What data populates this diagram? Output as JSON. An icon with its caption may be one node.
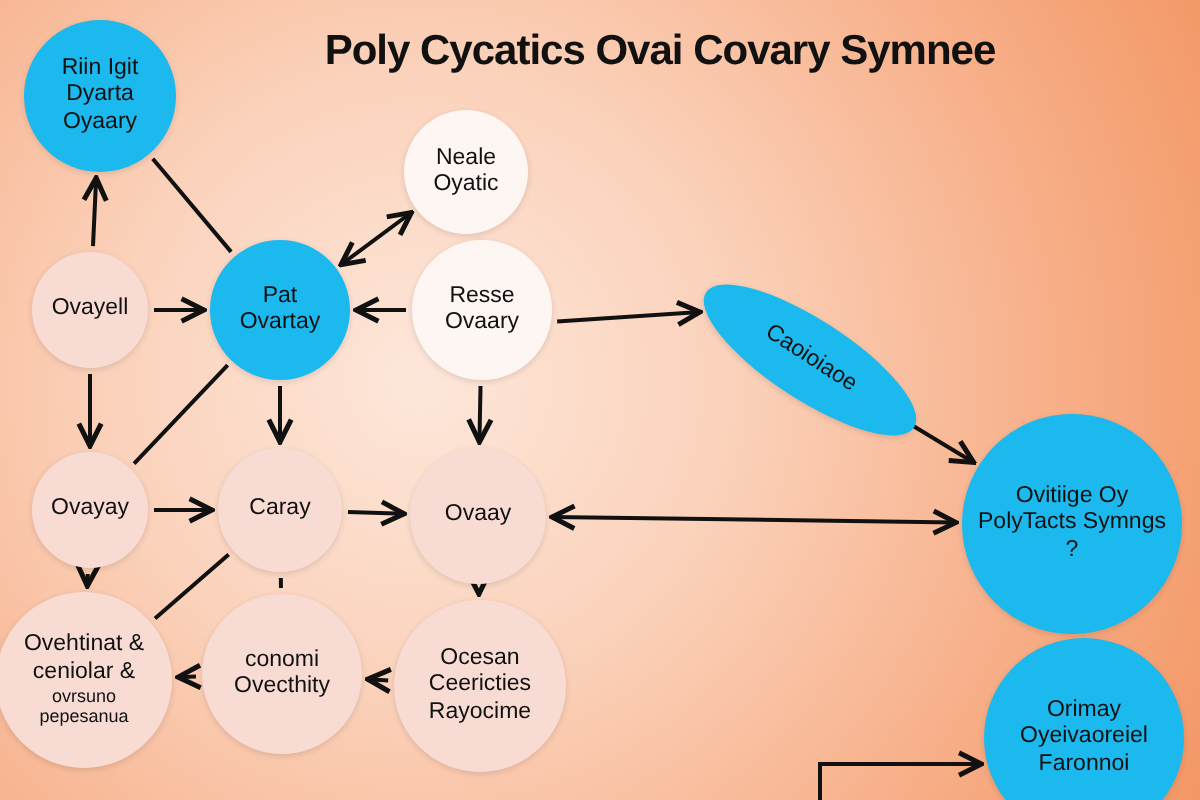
{
  "diagram": {
    "title": "Poly Cycatics Ovai Covary Symnee",
    "nodes": [
      {
        "text": [
          "Riin Igit Dyarta Oyaary"
        ]
      },
      {
        "text": [
          "Neale Oyatic"
        ]
      },
      {
        "text": [
          "Ovayell"
        ]
      },
      {
        "text": [
          "Pat Ovartay"
        ]
      },
      {
        "text": [
          "Resse Ovaary"
        ]
      },
      {
        "text": [
          "Caoioiaoe"
        ]
      },
      {
        "text": [
          "Ovayay"
        ]
      },
      {
        "text": [
          "Caray"
        ]
      },
      {
        "text": [
          "Ovaay"
        ]
      },
      {
        "text": [
          "Ovitiige Oy PolyTacts Symngs ?"
        ]
      },
      {
        "text": [
          "Ovehtinat & ceniolar &",
          "ovrsuno pepesanua"
        ]
      },
      {
        "text": [
          "conomi Ovecthity"
        ]
      },
      {
        "text": [
          "Ocesan Ceericties Rayocime"
        ]
      },
      {
        "text": [
          "Orimay Oyeivaoreiel Faronnoi"
        ]
      }
    ],
    "edges": [
      {
        "from": 2,
        "to": 0,
        "arrow": "to"
      },
      {
        "from": 0,
        "to": 3,
        "arrow": "none"
      },
      {
        "from": 2,
        "to": 3,
        "arrow": "to"
      },
      {
        "from": 3,
        "to": 1,
        "arrow": "both"
      },
      {
        "from": 4,
        "to": 3,
        "arrow": "to"
      },
      {
        "from": 4,
        "to": 5,
        "arrow": "to"
      },
      {
        "from": 5,
        "to": 9,
        "arrow": "to"
      },
      {
        "from": 2,
        "to": 6,
        "arrow": "to"
      },
      {
        "from": 3,
        "to": 6,
        "arrow": "none"
      },
      {
        "from": 3,
        "to": 7,
        "arrow": "to"
      },
      {
        "from": 4,
        "to": 8,
        "arrow": "to"
      },
      {
        "from": 6,
        "to": 7,
        "arrow": "to"
      },
      {
        "from": 7,
        "to": 8,
        "arrow": "to"
      },
      {
        "from": 9,
        "to": 8,
        "arrow": "both"
      },
      {
        "from": 6,
        "to": 10,
        "arrow": "to"
      },
      {
        "from": 7,
        "to": 10,
        "arrow": "none"
      },
      {
        "from": 7,
        "to": 11,
        "arrow": "none"
      },
      {
        "from": 11,
        "to": 10,
        "arrow": "to"
      },
      {
        "from": 12,
        "to": 11,
        "arrow": "to"
      },
      {
        "from": 8,
        "to": 12,
        "arrow": "to"
      },
      {
        "from": null,
        "to": 13,
        "arrow": "to"
      }
    ]
  }
}
